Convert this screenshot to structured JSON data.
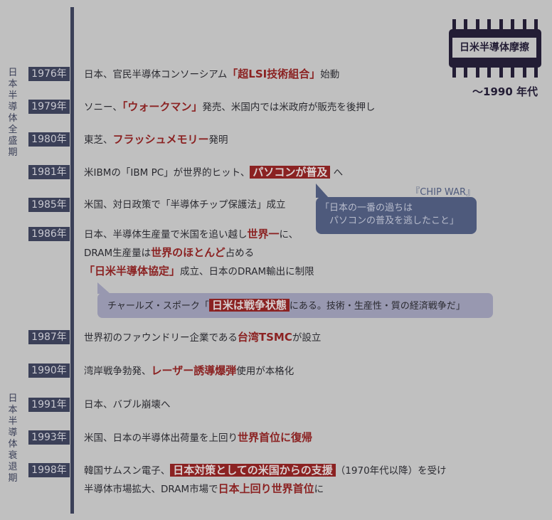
{
  "side_labels": {
    "peak": "日本半導体全盛期",
    "decline": "日本半導体衰退期"
  },
  "badge": {
    "title": "日米半導体摩擦",
    "era": "〜1990 年代"
  },
  "events": [
    {
      "year": "1976年",
      "parts": [
        [
          "日本、官民半導体コンソーシアム",
          ""
        ],
        [
          "「超LSI技術組合」",
          "r"
        ],
        [
          "始動",
          ""
        ]
      ]
    },
    {
      "year": "1979年",
      "parts": [
        [
          "ソニー、",
          ""
        ],
        [
          "「ウォークマン」",
          "r"
        ],
        [
          "発売、米国内では米政府が販売を後押し",
          ""
        ]
      ]
    },
    {
      "year": "1980年",
      "parts": [
        [
          "東芝、",
          ""
        ],
        [
          "フラッシュメモリー",
          "r"
        ],
        [
          "発明",
          ""
        ]
      ]
    },
    {
      "year": "1981年",
      "parts": [
        [
          "米IBMの「IBM PC」が世界的ヒット、",
          ""
        ],
        [
          "パソコンが普及",
          "rb"
        ],
        [
          " へ",
          ""
        ]
      ]
    },
    {
      "year": "1985年",
      "parts": [
        [
          "米国、対日政策で「半導体チップ保護法」成立",
          ""
        ]
      ]
    },
    {
      "year": "1986年",
      "parts": [
        [
          "日本、半導体生産量で米国を追い越し",
          ""
        ],
        [
          "世界一",
          "r"
        ],
        [
          "に、",
          ""
        ]
      ],
      "more": [
        [
          [
            "DRAM生産量は",
            ""
          ],
          [
            "世界のほとんど",
            "r"
          ],
          [
            "占める",
            ""
          ]
        ],
        [
          [
            "「日米半導体協定」",
            "r"
          ],
          [
            "成立、日本のDRAM輸出に制限",
            ""
          ]
        ]
      ]
    },
    {
      "year": "1987年",
      "parts": [
        [
          "世界初のファウンドリー企業である",
          ""
        ],
        [
          "台湾TSMC",
          "r"
        ],
        [
          "が設立",
          ""
        ]
      ]
    },
    {
      "year": "1990年",
      "parts": [
        [
          "湾岸戦争勃発、",
          ""
        ],
        [
          "レーザー誘導爆弾",
          "r"
        ],
        [
          "使用が本格化",
          ""
        ]
      ]
    },
    {
      "year": "1991年",
      "parts": [
        [
          "日本、バブル崩壊へ",
          ""
        ]
      ]
    },
    {
      "year": "1993年",
      "parts": [
        [
          "米国、日本の半導体出荷量を上回り",
          ""
        ],
        [
          "世界首位に復帰",
          "r"
        ]
      ]
    },
    {
      "year": "1998年",
      "parts": [
        [
          "韓国サムスン電子、",
          ""
        ],
        [
          "日本対策としての米国からの支援",
          "rb"
        ],
        [
          "（1970年代以降）を受け",
          ""
        ]
      ],
      "more": [
        [
          [
            "半導体市場拡大、DRAM市場で",
            ""
          ],
          [
            "日本上回り世界首位",
            "r"
          ],
          [
            "に",
            ""
          ]
        ]
      ]
    }
  ],
  "quote1": {
    "source": "『CHIP WAR』",
    "line1": "「日本の一番の過ちは",
    "line2": "　パソコンの普及を逃したこと」"
  },
  "quote2": {
    "pre": "チャールズ・スポーク「",
    "hl": "日米は戦争状態",
    "post": "にある。技術・生産性・質の経済戦争だ」"
  }
}
